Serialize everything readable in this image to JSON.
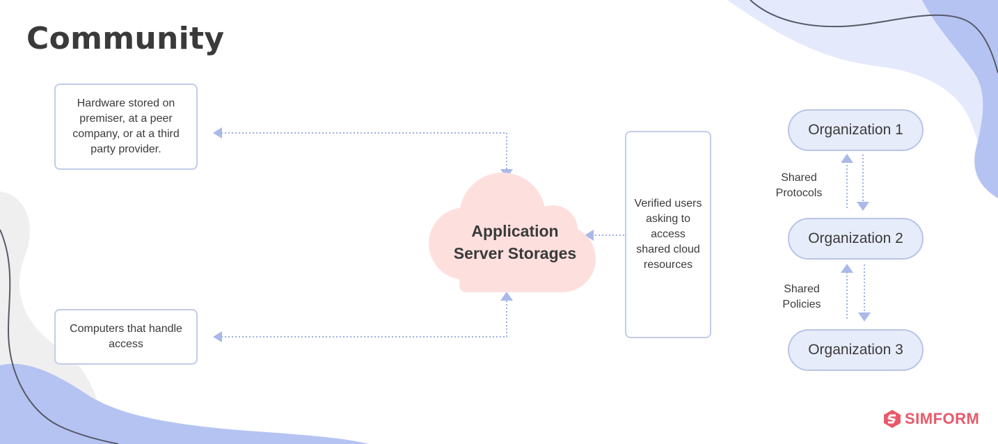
{
  "title": "Community",
  "boxes": {
    "hardware": "Hardware stored on premiser, at a peer company, or at a third party provider.",
    "computers": "Computers that handle access",
    "verified": "Verified users asking to access shared cloud resources"
  },
  "cloud": {
    "line1": "Application",
    "line2": "Server Storages"
  },
  "organizations": [
    "Organization 1",
    "Organization 2",
    "Organization 3"
  ],
  "connectors": {
    "protocols": {
      "line1": "Shared",
      "line2": "Protocols"
    },
    "policies": {
      "line1": "Shared",
      "line2": "Policies"
    }
  },
  "brand": {
    "name": "SIMFORM",
    "icon": "simform-logo-icon"
  },
  "colors": {
    "accent": "#e8596a",
    "border": "#c2cce8",
    "arrow": "#9aaee0",
    "cloud": "#fde0de",
    "pill_fill": "#e7ecfa",
    "blob": "#b5c3f3"
  }
}
